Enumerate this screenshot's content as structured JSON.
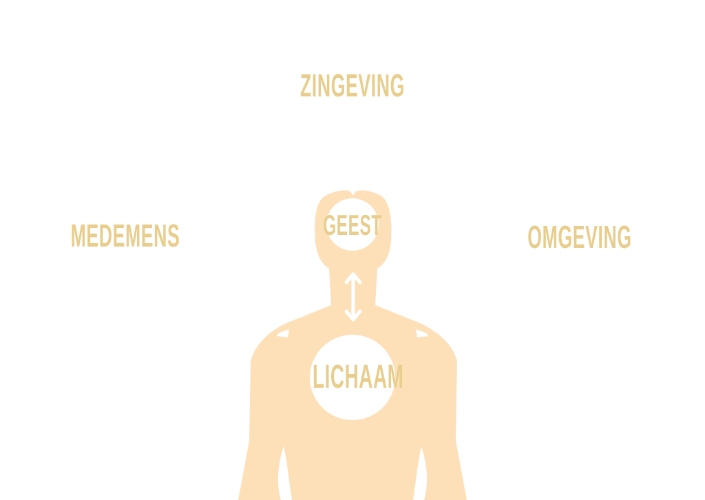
{
  "labels": {
    "top": "ZINGEVING",
    "left": "MEDEMENS",
    "right": "OMGEVING",
    "head": "GEEST",
    "body": "LICHAAM"
  },
  "colors": {
    "text": "#e8cd8c",
    "figure": "#fde0b8",
    "background": "#ffffff",
    "inner": "#ffffff"
  }
}
